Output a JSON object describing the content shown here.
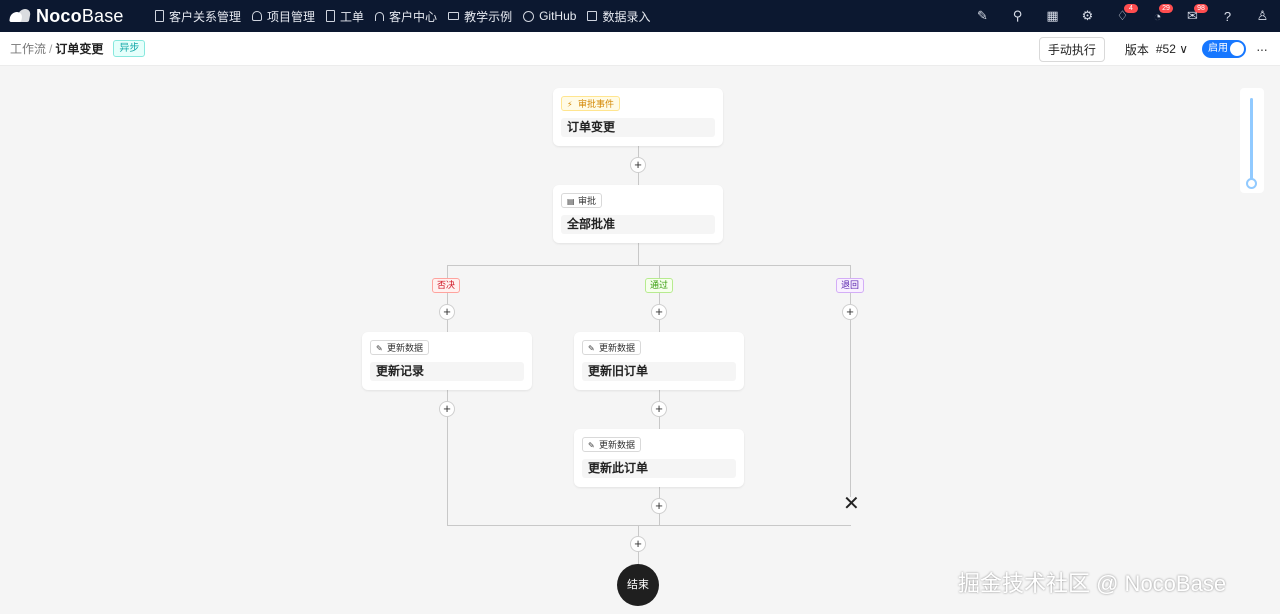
{
  "app": {
    "logo_bold": "Noco",
    "logo_light": "Base"
  },
  "nav": [
    {
      "label": "客户关系管理",
      "icon": "file-icon"
    },
    {
      "label": "项目管理",
      "icon": "team-icon"
    },
    {
      "label": "工单",
      "icon": "document-icon"
    },
    {
      "label": "客户中心",
      "icon": "headset-icon"
    },
    {
      "label": "教学示例",
      "icon": "desktop-icon"
    },
    {
      "label": "GitHub",
      "icon": "github-icon"
    },
    {
      "label": "数据录入",
      "icon": "edit-icon"
    }
  ],
  "header_icons": [
    {
      "name": "highlight-icon"
    },
    {
      "name": "plugin-icon"
    },
    {
      "name": "apps-icon"
    },
    {
      "name": "settings-icon"
    },
    {
      "name": "bell-icon",
      "badge": "4"
    },
    {
      "name": "check-circle-icon",
      "badge": "29"
    },
    {
      "name": "mail-icon",
      "badge": "98"
    },
    {
      "name": "help-icon"
    },
    {
      "name": "user-icon"
    }
  ],
  "breadcrumb": {
    "parent": "工作流",
    "separator": "/",
    "current": "订单变更"
  },
  "mode_tag": "异步",
  "toolbar": {
    "manual_run": "手动执行",
    "version_label": "版本",
    "version_value": "#52 ∨",
    "enabled_label": "启用",
    "more": "···"
  },
  "workflow": {
    "trigger": {
      "type": "审批事件",
      "title": "订单变更"
    },
    "approval": {
      "type": "审批",
      "title": "全部批准"
    },
    "branches": {
      "reject": "否决",
      "approve": "通过",
      "returned": "退回"
    },
    "nodes": {
      "update_record": {
        "type": "更新数据",
        "title": "更新记录"
      },
      "update_old_order": {
        "type": "更新数据",
        "title": "更新旧订单"
      },
      "update_this_order": {
        "type": "更新数据",
        "title": "更新此订单"
      }
    },
    "end_label": "结束"
  },
  "watermark": "掘金技术社区 @ NocoBase",
  "colors": {
    "topbar": "#0c1830",
    "accent": "#1677ff",
    "end_node": "#1f1f1f"
  }
}
